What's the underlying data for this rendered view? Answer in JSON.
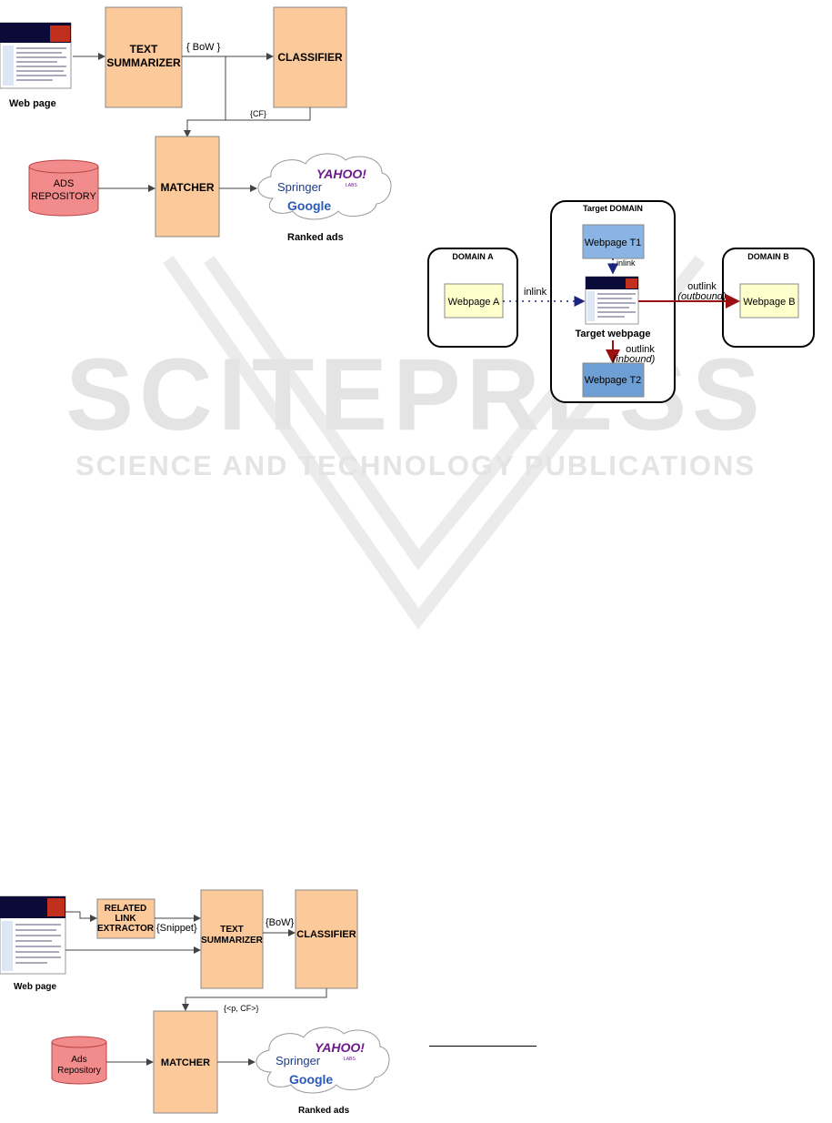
{
  "watermark": {
    "main": "SCITEPRESS",
    "sub": "SCIENCE AND TECHNOLOGY PUBLICATIONS"
  },
  "diagram1": {
    "webpage_label": "Web page",
    "text_summarizer": [
      "TEXT",
      "SUMMARIZER"
    ],
    "bow": "{ BoW }",
    "classifier": "CLASSIFIER",
    "cf": "{CF}",
    "ads_repository": [
      "ADS",
      "REPOSITORY"
    ],
    "matcher": "MATCHER",
    "ranked_ads": "Ranked ads",
    "logos": {
      "springer": "Springer",
      "google": "Google",
      "yahoo": "YAHOO!",
      "yahoo_sub": "LABS"
    }
  },
  "diagram2": {
    "target_domain": "Target DOMAIN",
    "domain_a": "DOMAIN A",
    "domain_b": "DOMAIN B",
    "webpage_t1": "Webpage T1",
    "webpage_t2": "Webpage T2",
    "webpage_a": "Webpage A",
    "webpage_b": "Webpage B",
    "inlink_top": "inlink",
    "inlink_left": "inlink",
    "outlink_right": "outlink",
    "outbound": "outbound",
    "outlink_down": "outlink",
    "inbound": "inbound",
    "target_webpage": "Target webpage",
    "colors": {
      "link_red": "#9a1010",
      "link_blue": "#1a237e",
      "blue_box": "#7fa8d9",
      "yellow_box": "#ffffcc"
    }
  },
  "diagram3": {
    "webpage_label": "Web page",
    "related_link": [
      "RELATED",
      "LINK",
      "EXTRACTOR"
    ],
    "snippet": "{Snippet}",
    "text_summarizer": [
      "TEXT",
      "SUMMARIZER"
    ],
    "bow": "{BoW}",
    "classifier": "CLASSIFIER",
    "pcf": "{<p, CF>}",
    "ads_repository": [
      "Ads",
      "Repository"
    ],
    "matcher": "MATCHER",
    "ranked_ads": "Ranked ads",
    "logos": {
      "springer": "Springer",
      "google": "Google",
      "yahoo": "YAHOO!",
      "yahoo_sub": "LABS"
    }
  },
  "colors": {
    "orange_box": "#fcc99a",
    "red_db": "#f28b8b"
  }
}
